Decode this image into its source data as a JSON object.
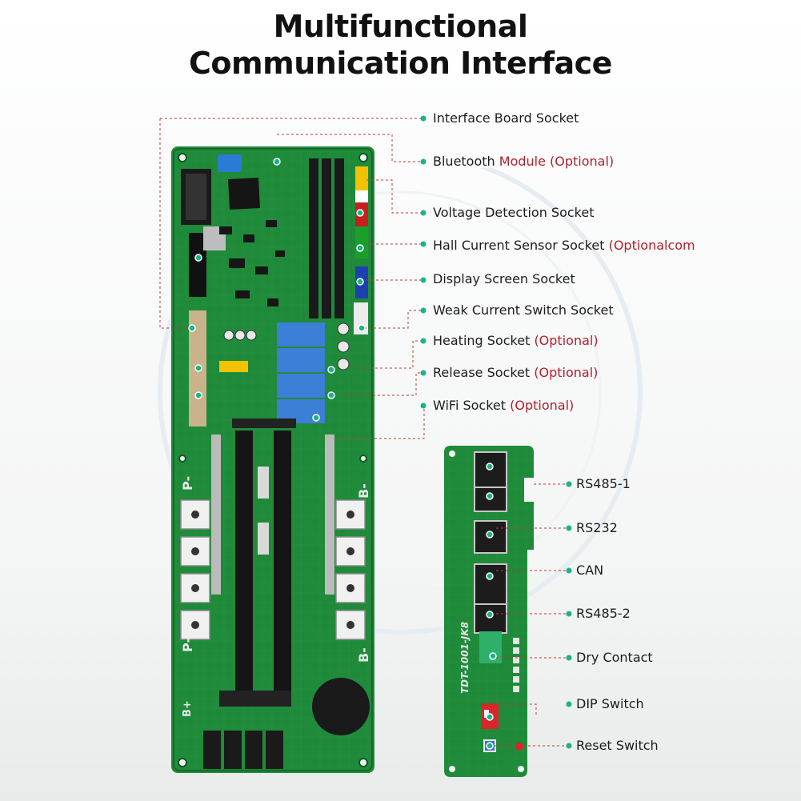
{
  "title": {
    "line1": "Multifunctional",
    "line2": "Communication Interface"
  },
  "main_board_labels": [
    {
      "id": "interface-board-socket",
      "text": "Interface Board Socket",
      "optional": ""
    },
    {
      "id": "bluetooth-module",
      "text": "Bluetooth",
      "optional": "Module (Optional)"
    },
    {
      "id": "voltage-detection-socket",
      "text": "Voltage Detection Socket",
      "optional": ""
    },
    {
      "id": "hall-current-sensor-socket",
      "text": "Hall Current Sensor Socket",
      "optional": "(Optionalcom"
    },
    {
      "id": "display-screen-socket",
      "text": "Display Screen Socket",
      "optional": ""
    },
    {
      "id": "weak-current-switch-socket",
      "text": "Weak Current Switch Socket",
      "optional": ""
    },
    {
      "id": "heating-socket",
      "text": "Heating Socket",
      "optional": "(Optional)"
    },
    {
      "id": "release-socket",
      "text": "Release Socket",
      "optional": "(Optional)"
    },
    {
      "id": "wifi-socket",
      "text": "WiFi Socket",
      "optional": "(Optional)"
    }
  ],
  "interface_board_labels": [
    {
      "id": "rs485-1",
      "text": "RS485-1"
    },
    {
      "id": "rs232",
      "text": "RS232"
    },
    {
      "id": "can",
      "text": "CAN"
    },
    {
      "id": "rs485-2",
      "text": "RS485-2"
    },
    {
      "id": "dry-contact",
      "text": "Dry Contact"
    },
    {
      "id": "dip-switch",
      "text": "DIP Switch"
    },
    {
      "id": "reset-switch",
      "text": "Reset Switch"
    }
  ],
  "board_silkscreen": {
    "interface_model": "TDT-1001-JK8",
    "p_minus": "P-",
    "b_minus": "B-",
    "b_plus": "B+"
  },
  "colors": {
    "pcb_green": "#1f8a3a",
    "pcb_dark": "#146b2a",
    "leader_red": "#c0392b",
    "dot_teal": "#19b38a",
    "optional_red": "#b3202a"
  }
}
